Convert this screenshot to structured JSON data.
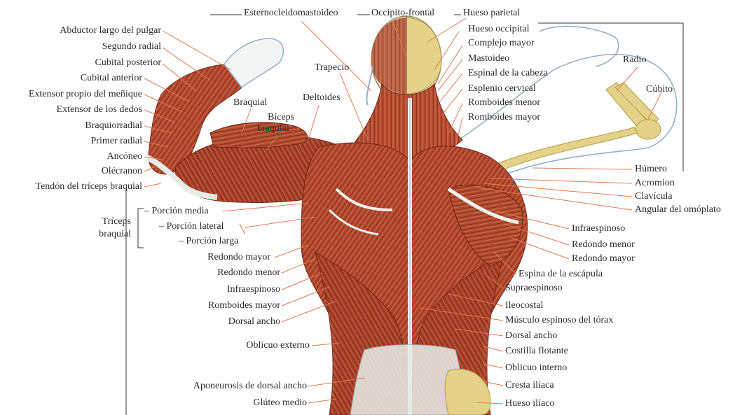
{
  "labels": {
    "top": {
      "esternocleidomastoideo": "Esternocleidomastoideo",
      "occipito_frontal": "Occipito-frontal",
      "hueso_parietal": "Hueso parietal"
    },
    "left": {
      "abductor_largo_pulgar": "Abductor largo del pulgar",
      "segundo_radial": "Segundo radial",
      "cubital_posterior": "Cubital posterior",
      "cubital_anterior": "Cubital anterior",
      "extensor_propio_menique": "Extensor propio del meñique",
      "extensor_dedos": "Extensor de los dedos",
      "braquiorradial": "Braquiorradial",
      "primer_radial": "Primer radial",
      "anconeo": "Ancóneo",
      "olecranon": "Olécranon",
      "tendon_triceps": "Tendón del tríceps braquial",
      "braquial": "Braquial",
      "biceps_1": "Bíceps",
      "biceps_2": "braquial",
      "deltoides": "Deltoides",
      "trapecio": "Trapecio",
      "triceps_1": "Tríceps",
      "triceps_2": "braquial",
      "porcion_media": "– Porción media",
      "porcion_lateral": "– Porción lateral",
      "porcion_larga": "– Porción larga",
      "redondo_mayor": "Redondo mayor",
      "redondo_menor": "Redondo menor",
      "infraespinoso": "Infraespinoso",
      "romboides_mayor": "Romboides mayor",
      "dorsal_ancho": "Dorsal ancho",
      "oblicuo_externo": "Oblicuo externo",
      "aponeurosis": "Aponeurosis de dorsal ancho",
      "gluteo_medio": "Glúteo medio"
    },
    "right": {
      "hueso_occipital": "Hueso occipital",
      "complejo_mayor": "Complejo mayor",
      "mastoideo": "Mastoideo",
      "espinal_cabeza": "Espinal de la cabeza",
      "esplenio_cervical": "Esplenio cervical",
      "romboides_menor": "Romboides menor",
      "romboides_mayor": "Romboides mayor",
      "radio": "Radio",
      "cubito": "Cúbito",
      "humero": "Húmero",
      "acromion": "Acromion",
      "clavicula": "Clavícula",
      "angular_omoplato": "Angular del omóplato",
      "infraespinoso": "Infraespinoso",
      "redondo_menor": "Redondo menor",
      "redondo_mayor": "Redondo mayor",
      "espina_escapula": "Espina de la escápula",
      "supraespinoso": "Supraespinoso",
      "ileocostal": "Ileocostal",
      "espinoso_torax": "Músculo espinoso del tórax",
      "dorsal_ancho": "Dorsal ancho",
      "costilla_flotante": "Costilla flotante",
      "oblicuo_interno": "Oblicuo interno",
      "cresta_iliaca": "Cresta ilíaca",
      "hueso_iliaco": "Hueso ilíaco"
    }
  },
  "colors": {
    "muscle": "#b2482e",
    "muscle_dark": "#7f2a1a",
    "muscle_light": "#d77a5a",
    "tendon": "#e6ece8",
    "bone": "#e4d28a",
    "skin_outline": "#8fb0c8",
    "leader": "#e07a50",
    "frame": "#333333"
  }
}
